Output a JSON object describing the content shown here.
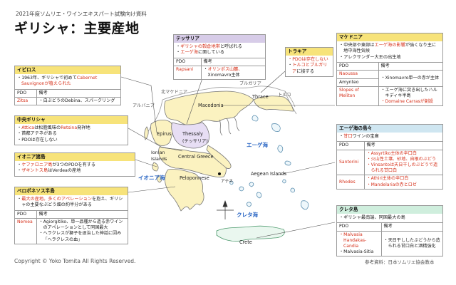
{
  "header": {
    "kicker": "2021年度ソムリエ・ワインエキスパート試験向け資料",
    "title": "ギリシャ：主要産地"
  },
  "footer": {
    "copyright": "Copyright © Yoko Tomita All Rights Reserved.",
    "source": "参考資料：日本ソムリエ協会教本"
  },
  "colors": {
    "accent_red": "#d6301a",
    "sea_blue": "#2a66c4",
    "header_yellow": "#f7e37a",
    "header_purple": "#d7cce8",
    "header_blue": "#cfe6f1",
    "header_green": "#cfeedd"
  },
  "table_headers": {
    "pdo": "PDO",
    "notes": "備考"
  },
  "map_labels": {
    "north_macedonia": "北マケドニア",
    "albania": "アルバニア",
    "bulgaria": "ブルガリア",
    "turkey": "トルコ",
    "macedonia": "Macedonia",
    "thrace": "Thrace",
    "epirus": "Epirus",
    "thessaly": "Thessaly",
    "thessaly_kana": "(テッサリア)",
    "ionian_islands": "Ionian",
    "ionian_islands_2": "Islands",
    "central_greece": "Central Greece",
    "peloponnese": "Peloponnese",
    "athens": "アテネ",
    "aegean_islands": "Aegean Islands",
    "crete": "Crete",
    "aegean_sea": "エーゲ海",
    "ionian_sea": "イオニア海",
    "cretan_sea": "クレタ海"
  },
  "regions": {
    "epirus": {
      "title": "イピロス",
      "bullets": [
        {
          "pre": "1963年、ギリシャで初めて",
          "red": "Cabernet Sauvignonが植えられた",
          "post": ""
        }
      ],
      "pdo": [
        {
          "name": "Zitsa",
          "note_red": "",
          "note": "白ぶどうのDebina、スパークリング"
        }
      ]
    },
    "central": {
      "title": "中央ギリシャ",
      "bullets": [
        {
          "red": "Attica",
          "text": "は松脂風味の",
          "red2": "Retsina",
          "text2": "発祥地"
        },
        {
          "text": "首都アテネがある"
        },
        {
          "text": "PDOは存在しない"
        }
      ]
    },
    "ionian": {
      "title": "イオニア諸島",
      "bullets": [
        {
          "red": "ケファロニア島",
          "text": "が3つのPDOを有する"
        },
        {
          "red": "ザキントス島",
          "text": "はVerdeaの産地"
        }
      ]
    },
    "pelop": {
      "title": "ペロポネソス半島",
      "bullets": [
        {
          "red": "最大の産地。多くのアペレーション",
          "text": "を抱え、ギリシャの主要なぶどう畑の約半分がある"
        }
      ],
      "pdo": [
        {
          "name": "Nemea",
          "lines": [
            "Agiorgitiko、単一品種から造る赤ワインのアペレーションとして同国最大",
            "ヘラクレスが獅子を退治した神話に因み「ヘラクレスの血」"
          ]
        }
      ]
    },
    "thessaly": {
      "title": "テッサリア",
      "bullets": [
        {
          "red": "ギリシャの穀倉地帯",
          "text": "と呼ばれる"
        },
        {
          "red": "エーゲ海",
          "text": "に面している"
        }
      ],
      "pdo": [
        {
          "name": "Rapsani",
          "note_red": "オリンポス山麓、",
          "note": "Xinomavro主体"
        }
      ]
    },
    "thrace": {
      "title": "トラキア",
      "bullets": [
        {
          "red": "PDOは存在しない"
        },
        {
          "red": "トルコとブルガリア",
          "text": "に接する"
        }
      ]
    },
    "maced": {
      "title": "マケドニア",
      "bullets": [
        {
          "text": "中央部や東部は",
          "red": "エーゲ海の影響",
          "text2": "が強くなり主に地中海性気候"
        },
        {
          "text": "アレクサンダー大王の出生地"
        }
      ],
      "pdo": [
        {
          "name": "Naoussa",
          "note": "Xinomavro単一の赤が主体"
        },
        {
          "name": "Amynteo",
          "note": ""
        },
        {
          "name": "Slopes of Meliton",
          "lines": [
            "エーゲ海に突き出したハルキディキ半島",
            "Domaine Carrasが創設"
          ]
        }
      ]
    },
    "aegean": {
      "title": "エーゲ海の島々",
      "bullets": [
        {
          "red": "甘口",
          "text": "ワインの宝庫"
        }
      ],
      "pdo": [
        {
          "name": "Santorini",
          "lines": [
            "Assyrtiko主体の辛口白",
            "火山性土壌、砂地、自根のぶどう",
            "Vinsantoは天日干しのぶどうで造られる甘口白"
          ]
        },
        {
          "name": "Rhodes",
          "lines": [
            "Athiri主体の辛口白",
            "Mandelariaの赤とロゼ"
          ]
        }
      ]
    },
    "crete": {
      "title": "クレタ島",
      "bullets": [
        {
          "text": "ギリシャ最南端、同国最大の島"
        }
      ],
      "pdo": [
        {
          "name": "Malvasia Handakas-Candia",
          "name2": "Malvasia-Sitia",
          "lines": [
            "天日干ししたぶどうから造られる甘口白と酒精強化"
          ]
        }
      ]
    }
  }
}
